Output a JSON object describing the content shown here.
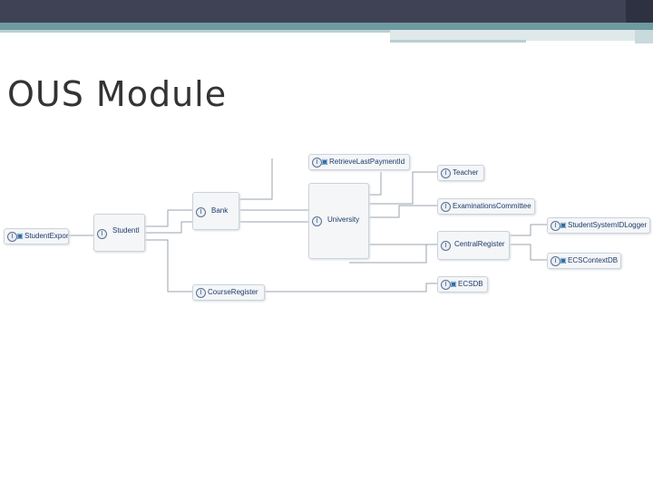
{
  "slide": {
    "title": "OUS Module"
  },
  "diagram": {
    "nodes": {
      "student_export": "StudentExport",
      "student": "StudentI",
      "bank": "Bank",
      "university": "University",
      "retrieve_last_payment": "RetrieveLastPaymentId",
      "teacher": "Teacher",
      "examinations_committee": "ExaminationsCommittee",
      "central_register": "CentralRegister",
      "student_system": "StudentSystemIDLogger",
      "ecs_context": "ECSContextDB",
      "ecsdb": "ECSDB",
      "course_register": "CourseRegister"
    },
    "edge_color": "#9aa3ad",
    "icon_names": [
      "interface-icon",
      "component-icon"
    ]
  }
}
